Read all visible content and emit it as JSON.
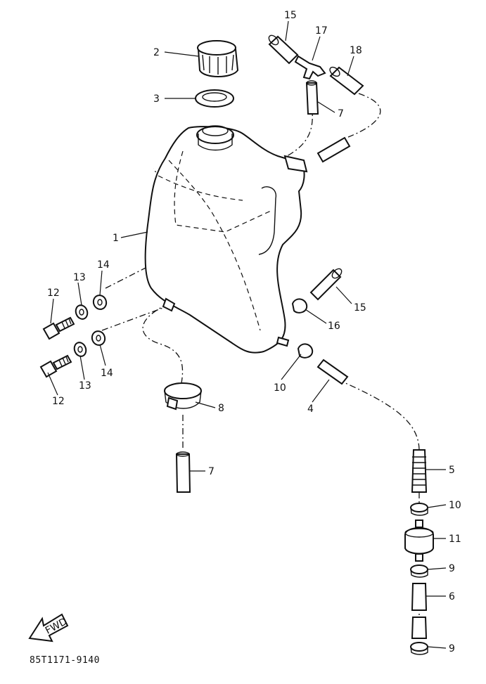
{
  "diagram_code": "85T1171-9140",
  "fwd_label": "FWD",
  "callouts": [
    {
      "id": "c2",
      "text": "2"
    },
    {
      "id": "c3",
      "text": "3"
    },
    {
      "id": "c1",
      "text": "1"
    },
    {
      "id": "c15a",
      "text": "15"
    },
    {
      "id": "c17",
      "text": "17"
    },
    {
      "id": "c18",
      "text": "18"
    },
    {
      "id": "c7a",
      "text": "7"
    },
    {
      "id": "c14a",
      "text": "14"
    },
    {
      "id": "c13a",
      "text": "13"
    },
    {
      "id": "c12a",
      "text": "12"
    },
    {
      "id": "c12b",
      "text": "12"
    },
    {
      "id": "c13b",
      "text": "13"
    },
    {
      "id": "c14b",
      "text": "14"
    },
    {
      "id": "c15b",
      "text": "15"
    },
    {
      "id": "c16",
      "text": "16"
    },
    {
      "id": "c10a",
      "text": "10"
    },
    {
      "id": "c4",
      "text": "4"
    },
    {
      "id": "c8",
      "text": "8"
    },
    {
      "id": "c7b",
      "text": "7"
    },
    {
      "id": "c5",
      "text": "5"
    },
    {
      "id": "c10b",
      "text": "10"
    },
    {
      "id": "c11",
      "text": "11"
    },
    {
      "id": "c9a",
      "text": "9"
    },
    {
      "id": "c6",
      "text": "6"
    },
    {
      "id": "c9b",
      "text": "9"
    }
  ]
}
